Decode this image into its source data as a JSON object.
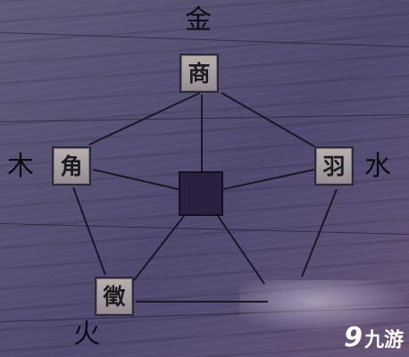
{
  "tiles": {
    "top": "商",
    "left": "角",
    "right": "羽",
    "bottom_left": "徵"
  },
  "elements": {
    "top": "金",
    "left": "木",
    "right": "水",
    "bottom_left": "火"
  },
  "center_slot": {
    "color": "#2a2040"
  },
  "watermark": {
    "logo_icon": "nine-game-logo-icon",
    "logo_glyph": "9",
    "text": "九游"
  },
  "colors": {
    "background": "#574f74",
    "line": "#1a1626",
    "tile": "#a9a2a3"
  }
}
